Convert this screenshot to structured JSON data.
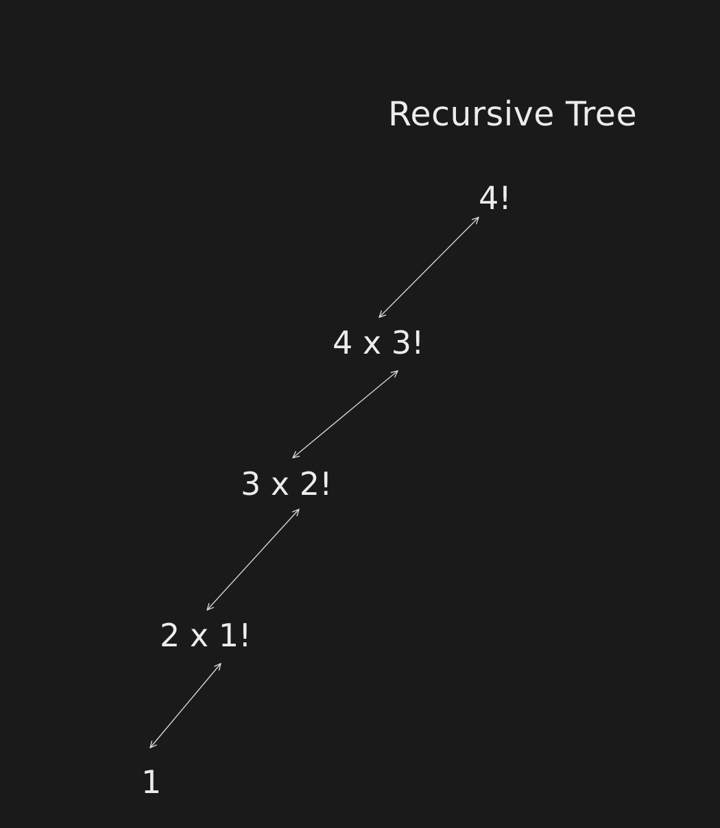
{
  "title": "Recursive Tree",
  "nodes": [
    {
      "label": "4!"
    },
    {
      "label": "4 x 3!"
    },
    {
      "label": "3 x 2!"
    },
    {
      "label": "2 x 1!"
    },
    {
      "label": "1"
    }
  ],
  "edges": [
    {
      "from": 0,
      "to": 1,
      "style": "double-arrow"
    },
    {
      "from": 1,
      "to": 2,
      "style": "double-arrow"
    },
    {
      "from": 2,
      "to": 3,
      "style": "double-arrow"
    },
    {
      "from": 3,
      "to": 4,
      "style": "double-arrow"
    }
  ],
  "colors": {
    "background": "#1a1a1a",
    "text": "#ececec",
    "edge": "#d8d8d8"
  }
}
